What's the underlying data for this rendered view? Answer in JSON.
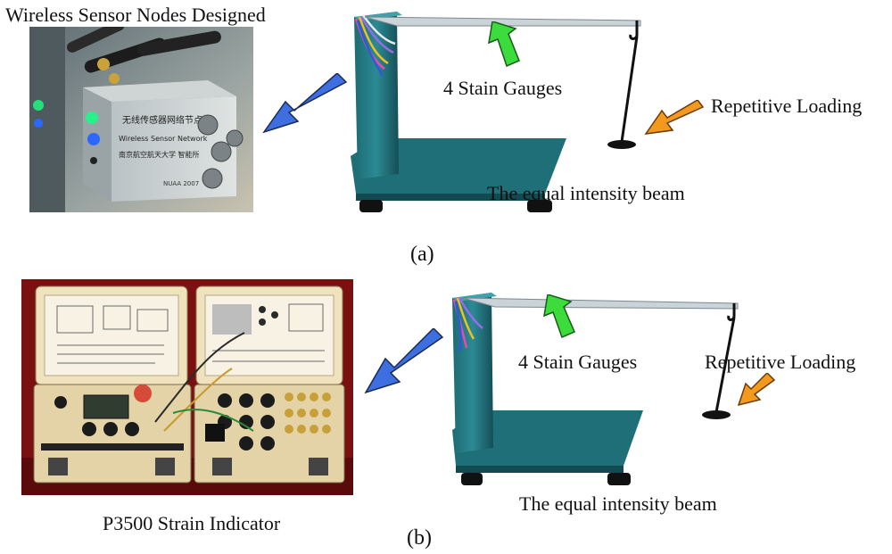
{
  "panel_a": {
    "label": "(a)",
    "node_caption": "Wireless Sensor Nodes Designed",
    "node_box_text": {
      "cn_title": "无线传感器网络节点",
      "en_title": "Wireless Sensor Network",
      "cn_org": "南京航空航天大学 智能所",
      "model": "NUAA 2007"
    },
    "gauges_label": "4 Stain Gauges",
    "loading_label": "Repetitive Loading",
    "beam_label": "The equal intensity beam"
  },
  "panel_b": {
    "label": "(b)",
    "indicator_caption": "P3500 Strain Indicator",
    "gauges_label": "4 Stain Gauges",
    "loading_label": "Repetitive Loading",
    "beam_label": "The equal intensity beam"
  },
  "colors": {
    "beam_teal": "#1f6f78",
    "arrow_blue": "#3d6fe0",
    "arrow_green": "#3cdc3c",
    "arrow_orange": "#f39a1e",
    "photo_red": "#7a1010",
    "case_beige": "#efe2bd"
  }
}
